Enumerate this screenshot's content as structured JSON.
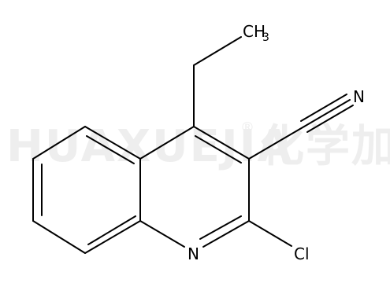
{
  "watermark": {
    "latin": "HUAXUEJIA",
    "registered": "®",
    "cjk": "化学加"
  },
  "atoms": {
    "methyl": {
      "element": "CH",
      "subscript": "3"
    },
    "nitrile_n": "N",
    "ring_n": "N",
    "chlorine": "Cl"
  },
  "colors": {
    "bond": "#000000",
    "watermark": "#eeeeee"
  }
}
